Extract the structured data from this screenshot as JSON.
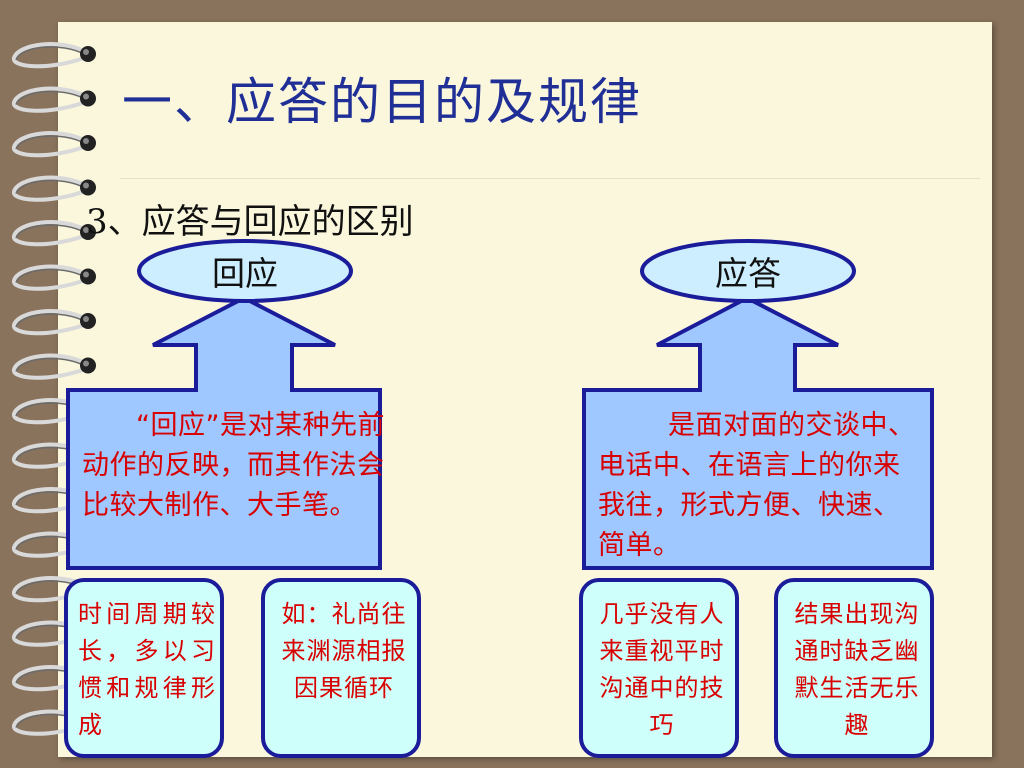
{
  "slide": {
    "title": "一、应答的目的及规律",
    "subtitle": "3、应答与回应的区别"
  },
  "left": {
    "label": "回应",
    "description": "“回应”是对某种先前动作的反映，而其作法会比较大制作、大手笔。",
    "details": [
      "时间周期较长，多以习惯和规律形成",
      "如：礼尚往来渊源相报因果循环"
    ]
  },
  "right": {
    "label": "应答",
    "description": "是面对面的交谈中、电话中、在语言上的你来我往，形式方便、快速、简单。",
    "details": [
      "几乎没有人来重视平时沟通中的技巧",
      "结果出现沟通时缺乏幽默生活无乐趣"
    ]
  },
  "colors": {
    "background": "#8a735d",
    "paper": "#fbf7dd",
    "title": "#1f2f96",
    "shape_fill": "#9ec8ff",
    "ellipse_fill": "#cdeeff",
    "small_fill": "#cffffb",
    "outline": "#1a1c9a",
    "text_red": "#d80000"
  }
}
